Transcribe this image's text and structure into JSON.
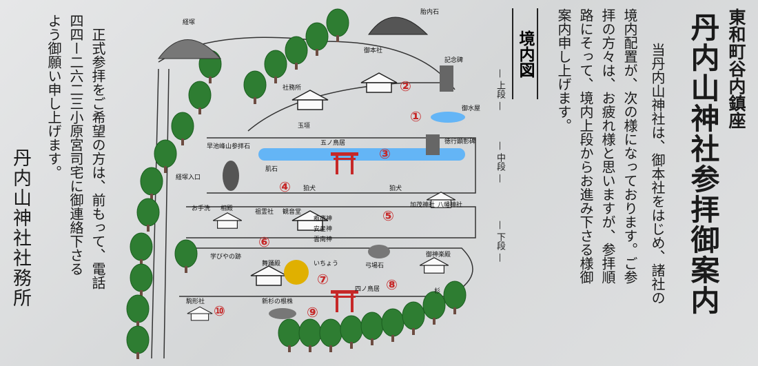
{
  "heading": {
    "location": "東和町谷内鎮座",
    "title": "丹内山神社参拝御案内"
  },
  "intro": [
    "当丹内山神社は、御本社をはじめ、諸社の",
    "境内配置が、次の様になっております。ご参",
    "拝の方々は、お疲れ様と思いますが、参拝順",
    "路にそって、境内上段からお進み下さる様御",
    "案内申し上げます。"
  ],
  "map_title": "境内図",
  "sections": [
    "上段",
    "中段",
    "下段"
  ],
  "notice": [
    "正式参拝をご希望の方は、前もって、電話",
    "四四ー二六二三小原宮司宅に御連絡下さる",
    "よう御願い申し上げます。"
  ],
  "signature": "丹内山神社社務所",
  "map": {
    "labels": {
      "kyozuka": "経塚",
      "tainaiishi": "胎内石",
      "gohonsha": "御本社",
      "kinenhi": "記念碑",
      "shamusho": "社務所",
      "tamagaki": "玉垣",
      "misuya": "御水屋",
      "hayaikeho": "早池峰山参拝石",
      "tokugyo": "徳行顕彰碑",
      "goshiro_torii": "五ノ鳥居",
      "hadaishi": "肌石",
      "komainu_left": "狛犬",
      "komainu_right": "狛犬",
      "kyozuka_iriguchi": "経塚入口",
      "otearai": "お手洗",
      "kannon": "観音堂",
      "sorei": "祖霊社",
      "aidono": "相殿",
      "hoso": "疱瘡神",
      "anzan": "安産神",
      "unnan": "雲南神",
      "kamo": "加茂神社",
      "hachiman": "八幡神社",
      "manabiya": "学びやの跡",
      "maiodono": "舞踊殿",
      "icho": "いちょう",
      "yumibaishi": "弓場石",
      "kagura": "御神楽殿",
      "sugi": "杉",
      "shinsugi": "新杉の根株",
      "yonnotorii": "四ノ鳥居",
      "komagata": "駒形社"
    },
    "markers": [
      "①",
      "②",
      "③",
      "④",
      "⑤",
      "⑥",
      "⑦",
      "⑧",
      "⑨",
      "⑩"
    ]
  },
  "colors": {
    "tree": "#2e7d32",
    "marker": "#c62828",
    "pond": "#64b5f6",
    "torii": "#c62828",
    "ginkgo": "#e0b000"
  }
}
